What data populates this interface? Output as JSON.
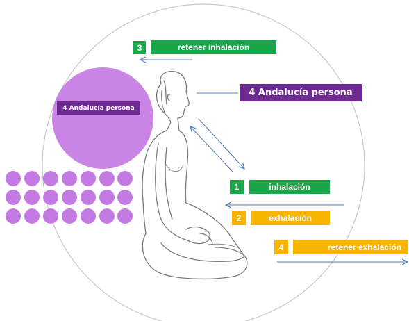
{
  "colors": {
    "green": "#1aa64b",
    "yellow": "#f7b500",
    "purple_dark": "#6d2a91",
    "purple_light": "#c47ae3",
    "dot": "#c47ae3",
    "arrow": "#4f7dc2",
    "circle": "#c8c8c8"
  },
  "title": {
    "main": "4 Andalucía persona",
    "small": "4 Andalucía persona"
  },
  "steps": [
    {
      "number": "1",
      "label": "inhalación"
    },
    {
      "number": "2",
      "label": "exhalación"
    },
    {
      "number": "3",
      "label": "retener inhalación"
    },
    {
      "number": "4",
      "label": "retener exhalación"
    }
  ],
  "figure": {
    "icon": "seated-meditation-figure"
  }
}
